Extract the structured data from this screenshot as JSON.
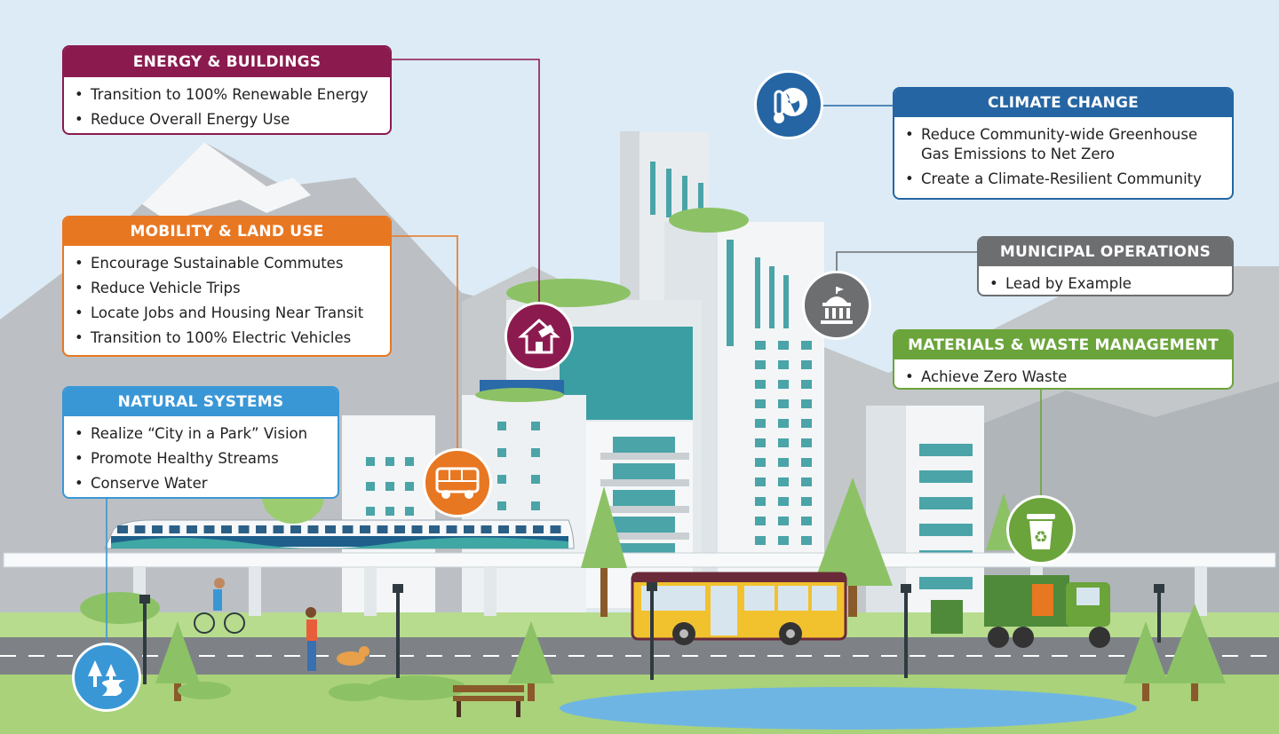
{
  "cards": {
    "energy": {
      "title": "ENERGY & BUILDINGS",
      "items": [
        "Transition to 100% Renewable Energy",
        "Reduce Overall Energy Use"
      ]
    },
    "mobility": {
      "title": "MOBILITY & LAND USE",
      "items": [
        "Encourage Sustainable Commutes",
        "Reduce Vehicle Trips",
        "Locate Jobs and Housing Near Transit",
        "Transition to 100% Electric Vehicles"
      ]
    },
    "natural": {
      "title": "NATURAL SYSTEMS",
      "items": [
        "Realize “City in a Park” Vision",
        "Promote Healthy Streams",
        "Conserve Water"
      ]
    },
    "climate": {
      "title": "CLIMATE CHANGE",
      "items": [
        "Reduce Community-wide Greenhouse Gas Emissions to Net Zero",
        "Create a Climate-Resilient Community"
      ]
    },
    "municipal": {
      "title": "MUNICIPAL OPERATIONS",
      "items": [
        "Lead by Example"
      ]
    },
    "materials": {
      "title": "MATERIALS & WASTE MANAGEMENT",
      "items": [
        "Achieve Zero Waste"
      ]
    }
  },
  "colors": {
    "energy": "#8b1a4f",
    "mobility": "#e87722",
    "natural": "#3a97d6",
    "climate": "#2565a3",
    "municipal": "#6d6e70",
    "materials": "#6aa43a",
    "sky": "#dcebf5",
    "grass": "#a9d27a",
    "road": "#7e8286"
  },
  "icons": {
    "energy": "house-solar-icon",
    "mobility": "bus-icon",
    "natural": "trees-river-icon",
    "climate": "thermometer-globe-icon",
    "municipal": "city-hall-icon",
    "materials": "recycle-bin-icon"
  }
}
